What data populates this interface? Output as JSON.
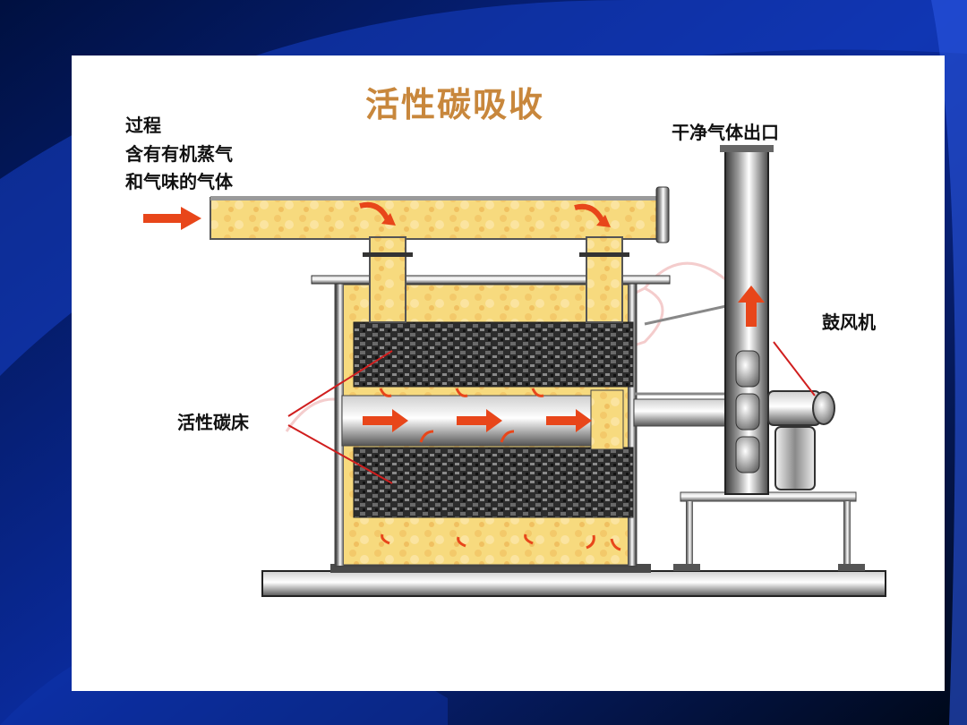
{
  "slide": {
    "title": "活性碳吸收"
  },
  "labels": {
    "process": "过程",
    "inlet_line1": "含有有机蒸气",
    "inlet_line2": "和气味的气体",
    "clean_outlet": "干净气体出口",
    "blower": "鼓风机",
    "carbon_bed": "活性碳床"
  },
  "colors": {
    "gas_fill": "#f7da7e",
    "flow_arrow": "#e8461a",
    "carbon": "#3a3a3a",
    "title": "#c8873c",
    "background": "#0a1f7a"
  },
  "icons": {
    "inlet_arrow": "right-arrow-icon",
    "outlet_arrow": "up-arrow-icon"
  }
}
